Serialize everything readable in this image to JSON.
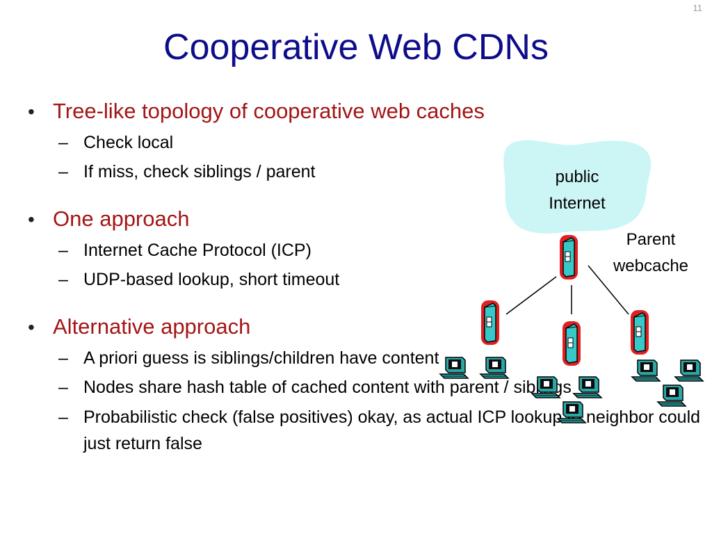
{
  "slide": {
    "number": "11",
    "title": "Cooperative Web CDNs"
  },
  "sections": [
    {
      "heading": "Tree-like topology of cooperative web caches",
      "items": [
        "Check local",
        "If miss, check siblings / parent"
      ]
    },
    {
      "heading": "One approach",
      "items": [
        "Internet Cache Protocol (ICP)",
        "UDP-based lookup, short timeout"
      ]
    },
    {
      "heading": "Alternative approach",
      "items": [
        "A priori guess is siblings/children have content",
        "Nodes share hash table of cached content with parent / siblings",
        "Probabilistic check (false positives) okay, as actual ICP lookup to neighbor could just return false"
      ]
    }
  ],
  "diagram": {
    "cloud_label_line1": "public",
    "cloud_label_line2": "Internet",
    "parent_label_line1": "Parent",
    "parent_label_line2": "webcache",
    "colors": {
      "cloud": "#ccf5f5",
      "server_outline": "#e02020",
      "server_body": "#38c8c8",
      "title": "#0d0d8a",
      "heading": "#a31515"
    }
  }
}
